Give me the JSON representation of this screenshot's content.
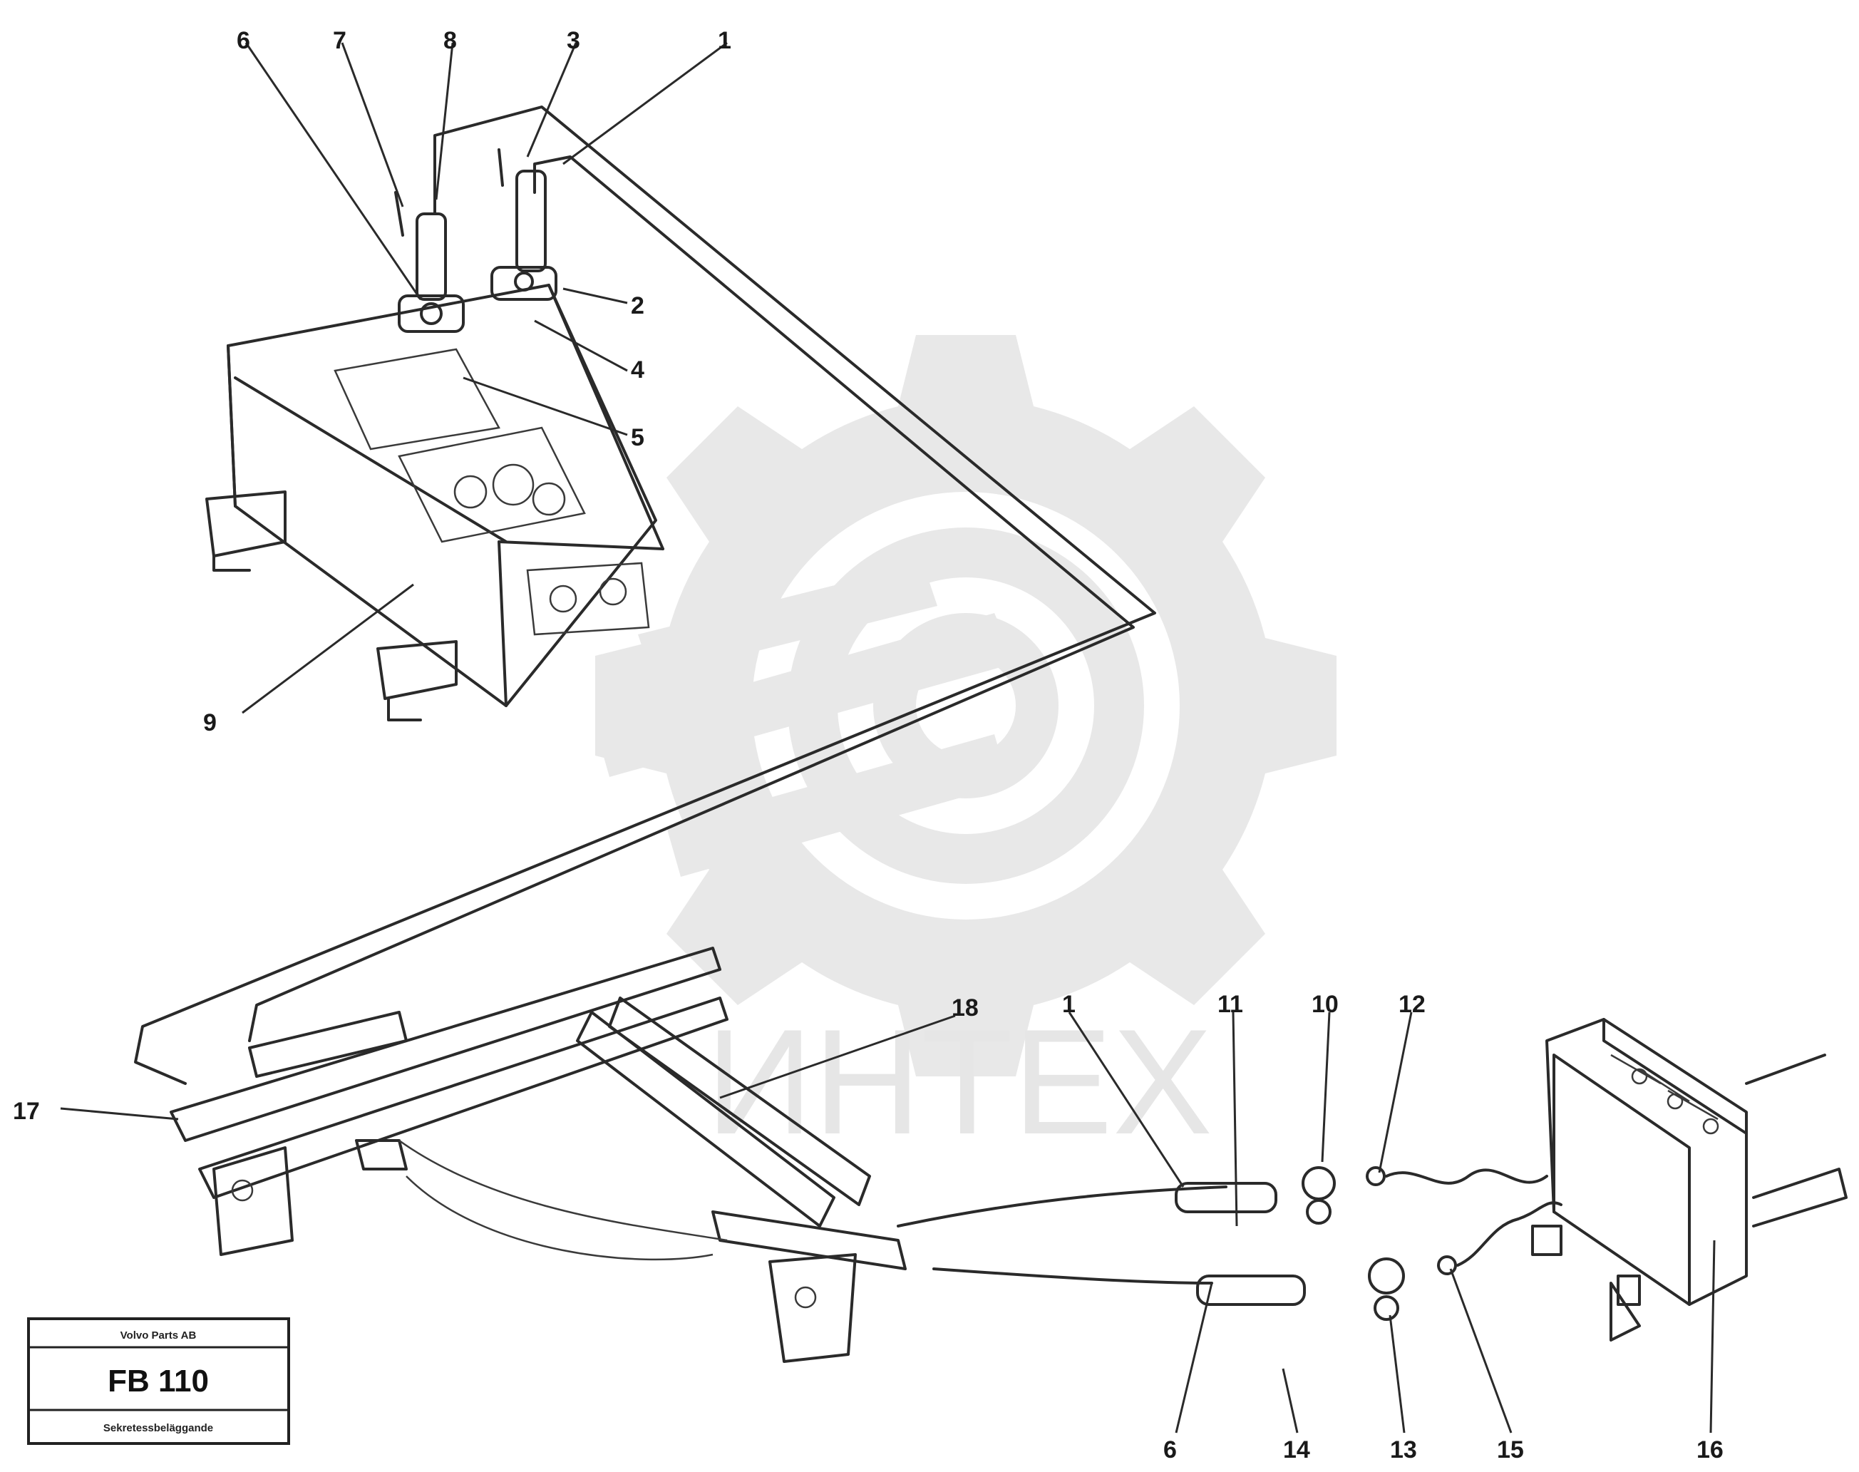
{
  "watermark": {
    "text": "ИНТЕХ",
    "color": "#e6e6e6"
  },
  "title_block": {
    "header": "Volvo Parts AB",
    "code": "FB 110",
    "footer": "Sekretessbeläggande"
  },
  "callouts": [
    "1",
    "2",
    "3",
    "4",
    "5",
    "6",
    "7",
    "8",
    "9",
    "10",
    "11",
    "12",
    "13",
    "14",
    "15",
    "16",
    "17",
    "18"
  ]
}
